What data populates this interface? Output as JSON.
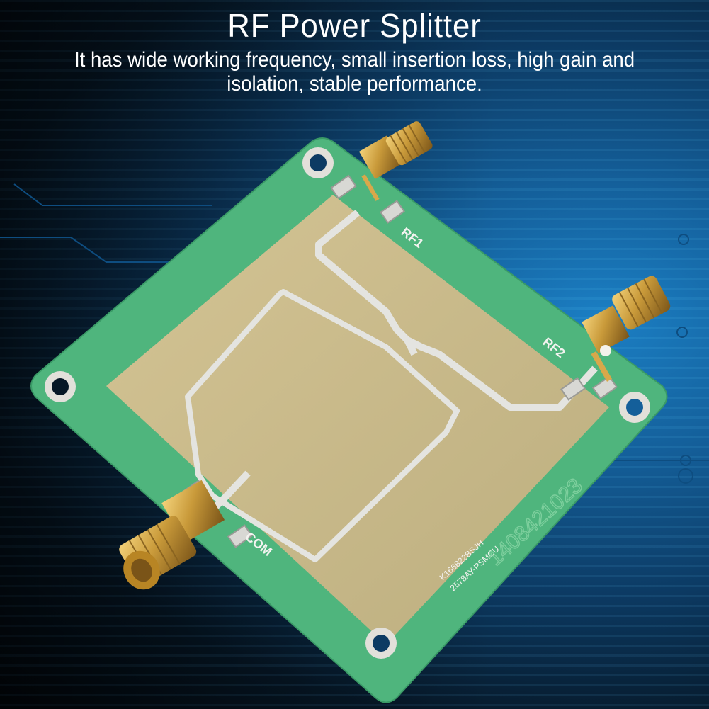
{
  "header": {
    "title": "RF Power Splitter",
    "subtitle": "It has wide working frequency, small insertion loss, high gain and isolation, stable performance."
  },
  "board": {
    "labels": {
      "rf1": "RF1",
      "rf2": "RF2",
      "com": "COM"
    },
    "silkscreen_line1": "K166822BSJH",
    "silkscreen_line2": "2578AY-PSMCU",
    "serial_number": "1408421023",
    "colors": {
      "pcb_green": "#4fb57d",
      "substrate_tan": "#c9b98a",
      "trace_silver": "#e4e4e0",
      "connector_gold": "#c99a3a",
      "background_blue": "#145f9a"
    }
  }
}
